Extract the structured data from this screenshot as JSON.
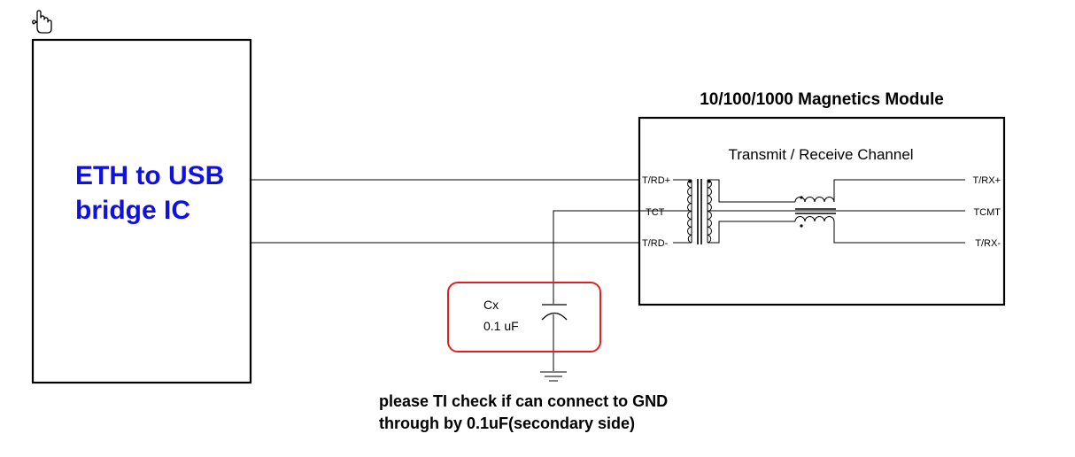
{
  "diagram": {
    "ic_block": {
      "label_line1": "ETH to USB",
      "label_line2": "bridge IC",
      "label_color": "#1010e0"
    },
    "magnetics": {
      "title": "10/100/1000 Magnetics Module",
      "channel_label": "Transmit / Receive Channel",
      "left_pins": [
        "T/RD+",
        "TCT",
        "T/RD-"
      ],
      "right_pins": [
        "T/RX+",
        "TCMT",
        "T/RX-"
      ]
    },
    "capacitor": {
      "name": "Cx",
      "value": "0.1 uF",
      "highlight_color": "#e02020"
    },
    "note": {
      "line1": "please TI check if can connect to GND",
      "line2": "through by 0.1uF(secondary side)"
    },
    "icons": {
      "cursor": "hand-cursor-icon"
    }
  }
}
